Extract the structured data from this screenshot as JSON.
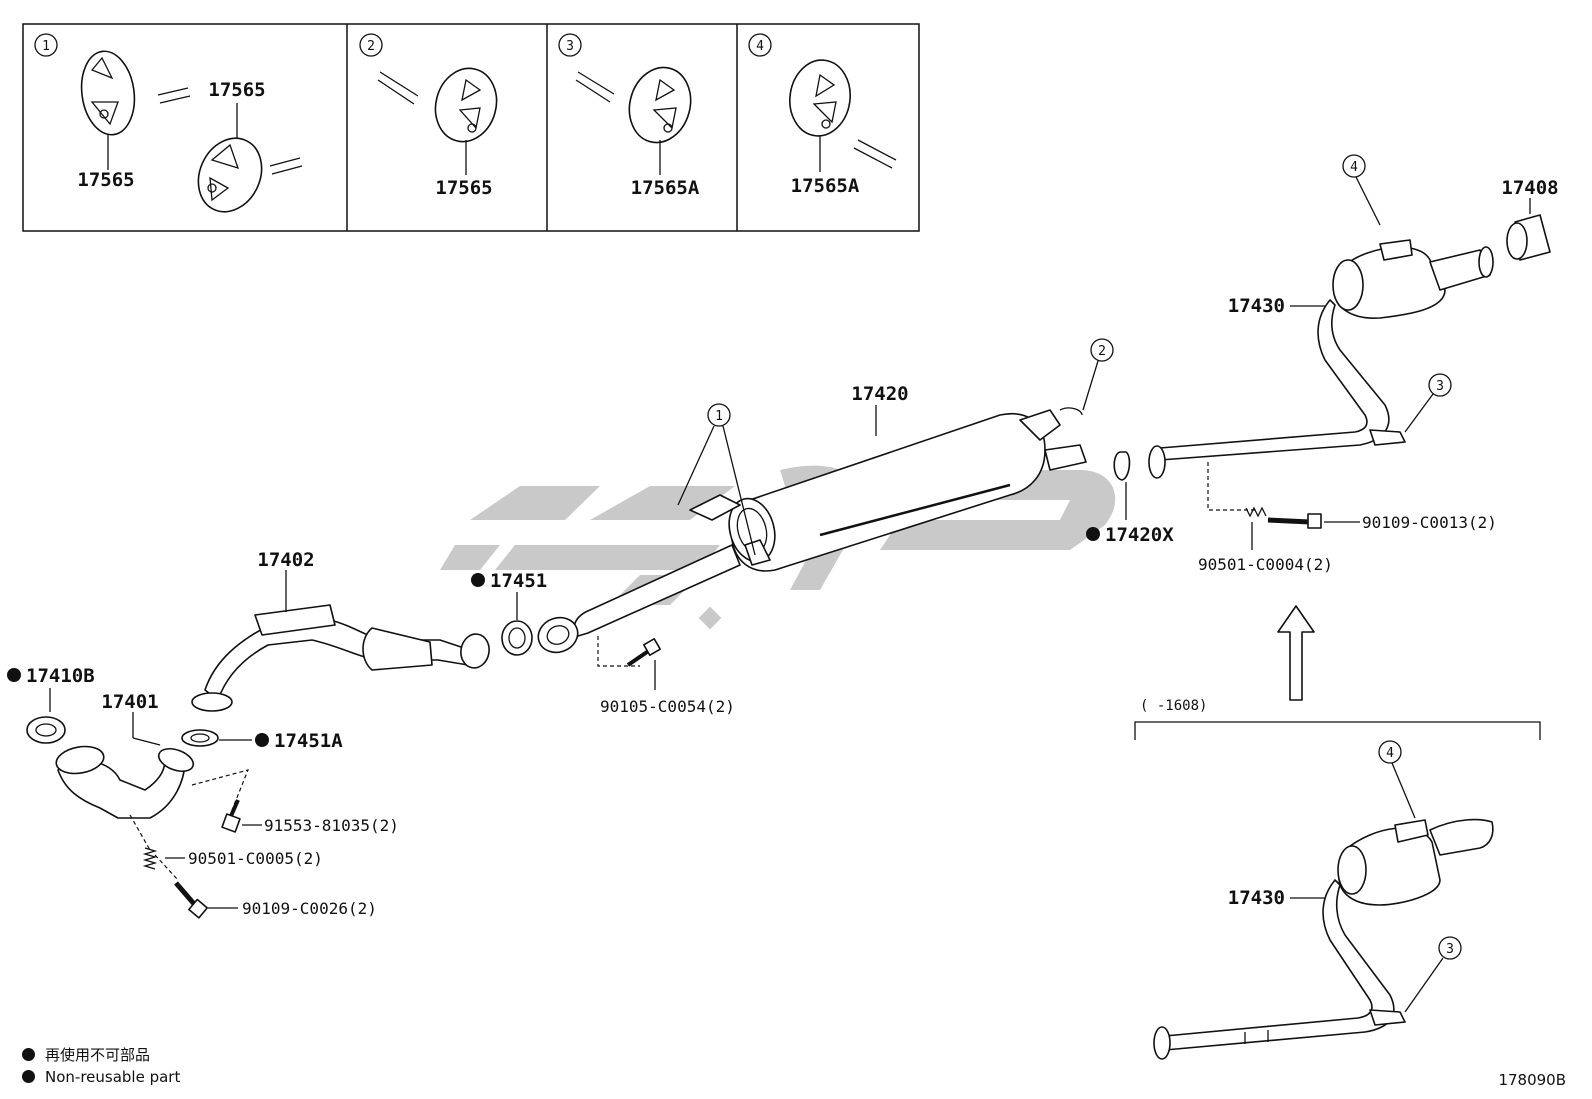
{
  "inset": {
    "panels": [
      {
        "circle": "1",
        "labels": [
          "17565",
          "17565"
        ]
      },
      {
        "circle": "2",
        "labels": [
          "17565"
        ]
      },
      {
        "circle": "3",
        "labels": [
          "17565A"
        ]
      },
      {
        "circle": "4",
        "labels": [
          "17565A"
        ]
      }
    ]
  },
  "callouts": {
    "c1": "1",
    "c2": "2",
    "c3": "3",
    "c4": "4"
  },
  "parts": {
    "p17420": "17420",
    "p17420x": "17420X",
    "p17402": "17402",
    "p17451": "17451",
    "p17451a": "17451A",
    "p17410b": "17410B",
    "p17401": "17401",
    "p17408": "17408",
    "p17430": "17430",
    "b90105": "90105-C0054(2)",
    "b91553": "91553-81035(2)",
    "b90501_5": "90501-C0005(2)",
    "b90109_26": "90109-C0026(2)",
    "b90109_13": "90109-C0013(2)",
    "b90501_4": "90501-C0004(2)"
  },
  "range_label": "(       -1608)",
  "legend": {
    "jp": "再使用不可部品",
    "en": "Non-reusable part"
  },
  "diagram_id": "178090B"
}
